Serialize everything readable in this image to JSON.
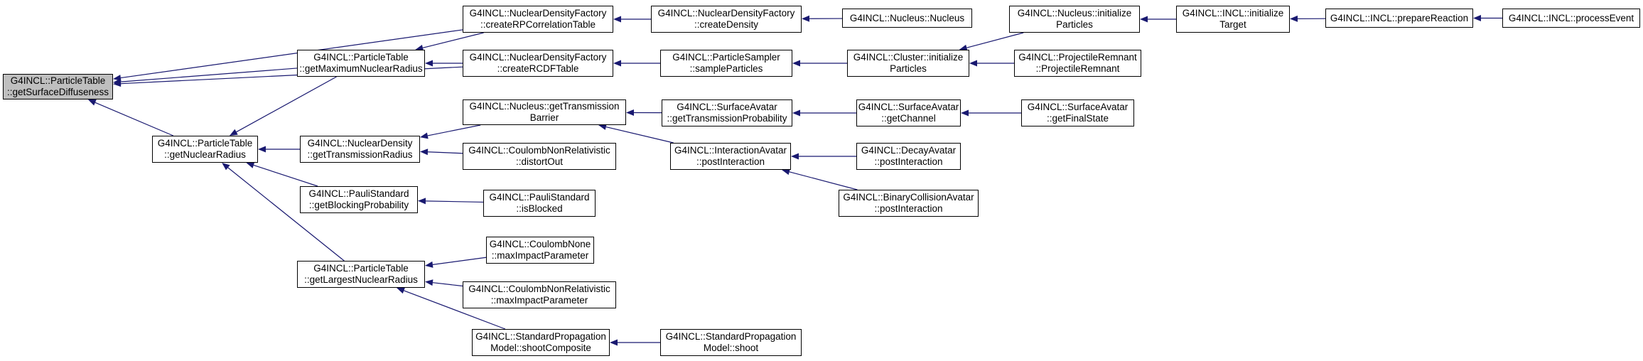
{
  "nodes": {
    "n0": {
      "l1": "G4INCL::ParticleTable",
      "l2": "::getSurfaceDiffuseness"
    },
    "n1": {
      "l1": "G4INCL::ParticleTable",
      "l2": "::getNuclearRadius"
    },
    "n2": {
      "l1": "G4INCL::ParticleTable",
      "l2": "::getMaximumNuclearRadius"
    },
    "n3": {
      "l1": "G4INCL::NuclearDensity",
      "l2": "::getTransmissionRadius"
    },
    "n4": {
      "l1": "G4INCL::PauliStandard",
      "l2": "::getBlockingProbability"
    },
    "n5": {
      "l1": "G4INCL::ParticleTable",
      "l2": "::getLargestNuclearRadius"
    },
    "n6": {
      "l1": "G4INCL::NuclearDensityFactory",
      "l2": "::createRPCorrelationTable"
    },
    "n7": {
      "l1": "G4INCL::NuclearDensityFactory",
      "l2": "::createRCDFTable"
    },
    "n8": {
      "l1": "G4INCL::Nucleus::getTransmission",
      "l2": "Barrier"
    },
    "n9": {
      "l1": "G4INCL::CoulombNonRelativistic",
      "l2": "::distortOut"
    },
    "n10": {
      "l1": "G4INCL::PauliStandard",
      "l2": "::isBlocked"
    },
    "n11": {
      "l1": "G4INCL::CoulombNone",
      "l2": "::maxImpactParameter"
    },
    "n12": {
      "l1": "G4INCL::CoulombNonRelativistic",
      "l2": "::maxImpactParameter"
    },
    "n13": {
      "l1": "G4INCL::StandardPropagation",
      "l2": "Model::shootComposite"
    },
    "n14": {
      "l1": "G4INCL::NuclearDensityFactory",
      "l2": "::createDensity"
    },
    "n15": {
      "l1": "G4INCL::ParticleSampler",
      "l2": "::sampleParticles"
    },
    "n16": {
      "l1": "G4INCL::SurfaceAvatar",
      "l2": "::getTransmissionProbability"
    },
    "n17": {
      "l1": "G4INCL::InteractionAvatar",
      "l2": "::postInteraction"
    },
    "n18": {
      "l1": "G4INCL::StandardPropagation",
      "l2": "Model::shoot"
    },
    "n19": {
      "l1": "G4INCL::Nucleus::Nucleus",
      "l2": ""
    },
    "n20": {
      "l1": "G4INCL::Cluster::initialize",
      "l2": "Particles"
    },
    "n21": {
      "l1": "G4INCL::SurfaceAvatar",
      "l2": "::getChannel"
    },
    "n22": {
      "l1": "G4INCL::DecayAvatar",
      "l2": "::postInteraction"
    },
    "n23": {
      "l1": "G4INCL::BinaryCollisionAvatar",
      "l2": "::postInteraction"
    },
    "n24": {
      "l1": "G4INCL::Nucleus::initialize",
      "l2": "Particles"
    },
    "n25": {
      "l1": "G4INCL::ProjectileRemnant",
      "l2": "::ProjectileRemnant"
    },
    "n26": {
      "l1": "G4INCL::SurfaceAvatar",
      "l2": "::getFinalState"
    },
    "n27": {
      "l1": "G4INCL::INCL::initialize",
      "l2": "Target"
    },
    "n28": {
      "l1": "G4INCL::INCL::prepareReaction",
      "l2": ""
    },
    "n29": {
      "l1": "G4INCL::INCL::processEvent",
      "l2": ""
    }
  },
  "edges": [
    [
      "n1",
      "n0"
    ],
    [
      "n2",
      "n0"
    ],
    [
      "n6",
      "n0"
    ],
    [
      "n7",
      "n0"
    ],
    [
      "n2",
      "n1"
    ],
    [
      "n3",
      "n1"
    ],
    [
      "n4",
      "n1"
    ],
    [
      "n5",
      "n1"
    ],
    [
      "n6",
      "n2"
    ],
    [
      "n7",
      "n2"
    ],
    [
      "n8",
      "n3"
    ],
    [
      "n9",
      "n3"
    ],
    [
      "n10",
      "n4"
    ],
    [
      "n11",
      "n5"
    ],
    [
      "n12",
      "n5"
    ],
    [
      "n13",
      "n5"
    ],
    [
      "n14",
      "n6"
    ],
    [
      "n19",
      "n14"
    ],
    [
      "n15",
      "n7"
    ],
    [
      "n20",
      "n15"
    ],
    [
      "n24",
      "n20"
    ],
    [
      "n25",
      "n20"
    ],
    [
      "n27",
      "n24"
    ],
    [
      "n28",
      "n27"
    ],
    [
      "n29",
      "n28"
    ],
    [
      "n16",
      "n8"
    ],
    [
      "n17",
      "n8"
    ],
    [
      "n21",
      "n16"
    ],
    [
      "n26",
      "n21"
    ],
    [
      "n22",
      "n17"
    ],
    [
      "n23",
      "n17"
    ],
    [
      "n18",
      "n13"
    ]
  ],
  "colors": {
    "edge": "#191970",
    "root_fill": "#bfbfbf",
    "node_fill": "#ffffff",
    "border": "#000000"
  }
}
